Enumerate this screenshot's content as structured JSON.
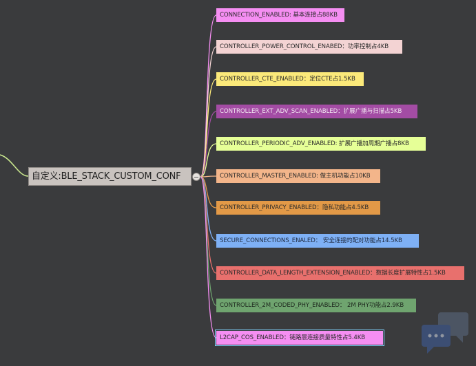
{
  "root": {
    "label": "自定义:BLE_STACK_CUSTOM_CONF"
  },
  "children": [
    {
      "label": "CONNECTION_ENABLED: 基本连接占88KB",
      "bg": "#f58ef2",
      "fg": "#2a2a2a"
    },
    {
      "label": "CONTROLLER_POWER_CONTROL_ENABED：功率控制占4KB",
      "bg": "#f3d3d3",
      "fg": "#2a2a2a"
    },
    {
      "label": "CONTROLLER_CTE_ENABLED：定位CTE占1.5KB",
      "bg": "#fbe97a",
      "fg": "#2a2a2a"
    },
    {
      "label": "CONTROLLER_EXT_ADV_SCAN_ENABLED：扩展广播与扫描占5KB",
      "bg": "#a34ca4",
      "fg": "#f2e8f2"
    },
    {
      "label": "CONTROLLER_PERIODIC_ADV_ENABLED: 扩展广播加周期广播占8KB",
      "bg": "#e6ff97",
      "fg": "#2a2a2a"
    },
    {
      "label": "CONTROLLER_MASTER_ENABLED: 做主机功能占10KB",
      "bg": "#f3b58a",
      "fg": "#2a2a2a"
    },
    {
      "label": "CONTROLLER_PRIVACY_ENABLED：隐私功能占4.5KB",
      "bg": "#e29947",
      "fg": "#2a2a2a"
    },
    {
      "label": "SECURE_CONNECTIONS_ENALED： 安全连接的配对功能占14.5KB",
      "bg": "#7eb0f5",
      "fg": "#1f2a40"
    },
    {
      "label": "CONTROLLER_DATA_LENGTH_EXTENSION_ENABLED：数据长度扩展特性占1.5KB",
      "bg": "#e8706d",
      "fg": "#2a2a2a"
    },
    {
      "label": "CONTROLLER_2M_CODED_PHY_ENABLED： 2M PHY功能占2.9KB",
      "bg": "#6fa46f",
      "fg": "#1f2a1f"
    },
    {
      "label": "L2CAP_COS_ENABLED：链路层连接质量特性占5.4KB",
      "bg": "#f58ef2",
      "fg": "#2a2a2a"
    }
  ],
  "colors": {
    "background": "#3a3b3d",
    "connector_root": "#c8e68e",
    "connectors": [
      "#f58ef2",
      "#f3d3d3",
      "#fbe97a",
      "#a34ca4",
      "#e6ff97",
      "#f3b58a",
      "#e29947",
      "#7eb0f5",
      "#e8706d",
      "#6fa46f",
      "#f58ef2"
    ]
  }
}
